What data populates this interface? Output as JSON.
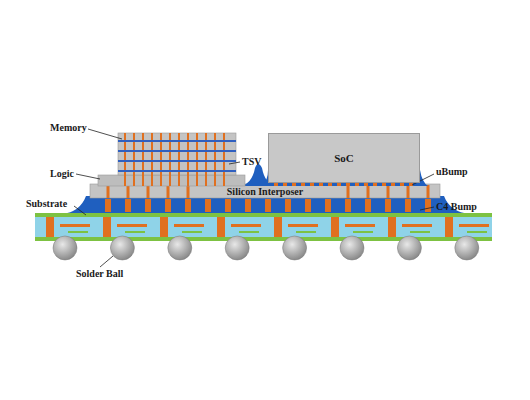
{
  "diagram": {
    "nodes": [
      {
        "text": [
          "SoC"
        ]
      },
      {
        "text": [
          "Silicon Interposer"
        ]
      }
    ],
    "labels": [
      "Memory",
      "TSV",
      "Logic",
      "uBump",
      "Substrate",
      "C4 Bump",
      "Solder Ball"
    ]
  }
}
